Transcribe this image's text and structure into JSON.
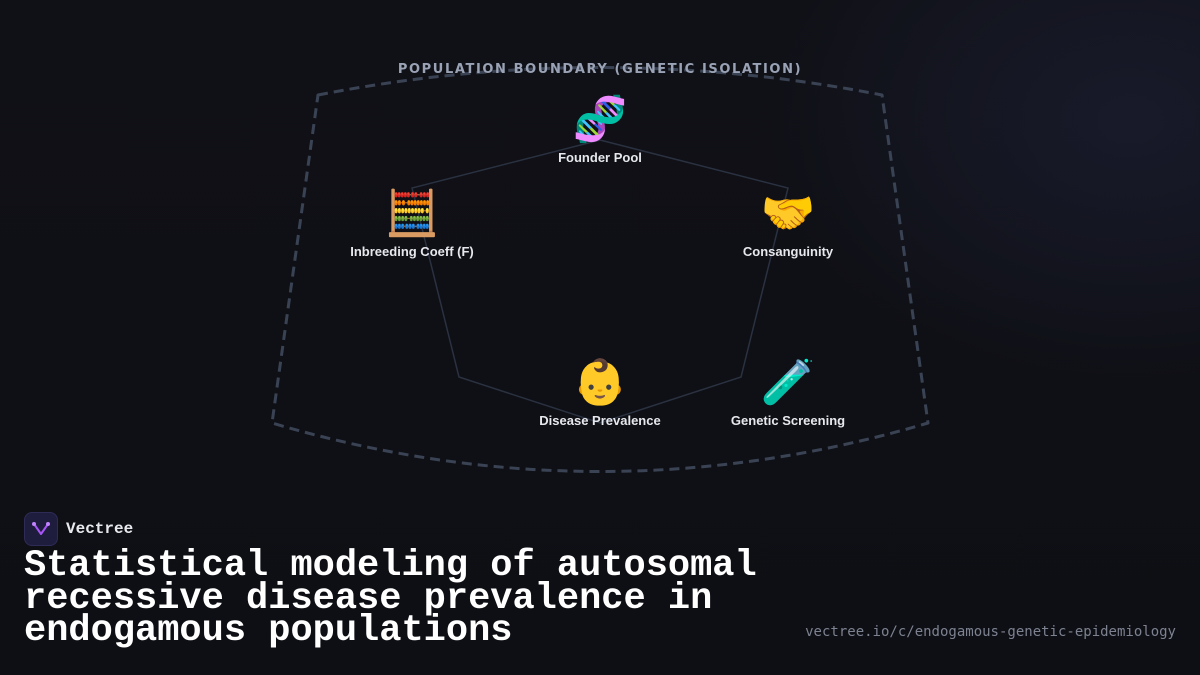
{
  "diagram": {
    "boundary_label": "POPULATION BOUNDARY (GENETIC ISOLATION)",
    "nodes": [
      {
        "id": "founder-pool",
        "icon": "dna-icon",
        "glyph": "🧬",
        "label": "Founder Pool"
      },
      {
        "id": "consanguinity",
        "icon": "handshake-icon",
        "glyph": "🤝",
        "label": "Consanguinity"
      },
      {
        "id": "genetic-screening",
        "icon": "test-tube-icon",
        "glyph": "🧪",
        "label": "Genetic Screening"
      },
      {
        "id": "disease-prevalence",
        "icon": "baby-icon",
        "glyph": "👶",
        "label": "Disease Prevalence"
      },
      {
        "id": "inbreeding-coeff",
        "icon": "abacus-icon",
        "glyph": "🧮",
        "label": "Inbreeding Coeff (F)"
      }
    ]
  },
  "brand": {
    "name": "Vectree",
    "logo_icon": "vectree-logo-icon",
    "accent": "#a855f7"
  },
  "headline": "Statistical modeling of autosomal recessive disease prevalence in endogamous populations",
  "url": "vectree.io/c/endogamous-genetic-epidemiology",
  "colors": {
    "background": "#0f1015",
    "boundary_stroke": "#3a4354",
    "connector_stroke": "#2a3140",
    "label": "#e6e8ee",
    "boundary_label": "#9aa3b5",
    "url": "#7d8291"
  }
}
